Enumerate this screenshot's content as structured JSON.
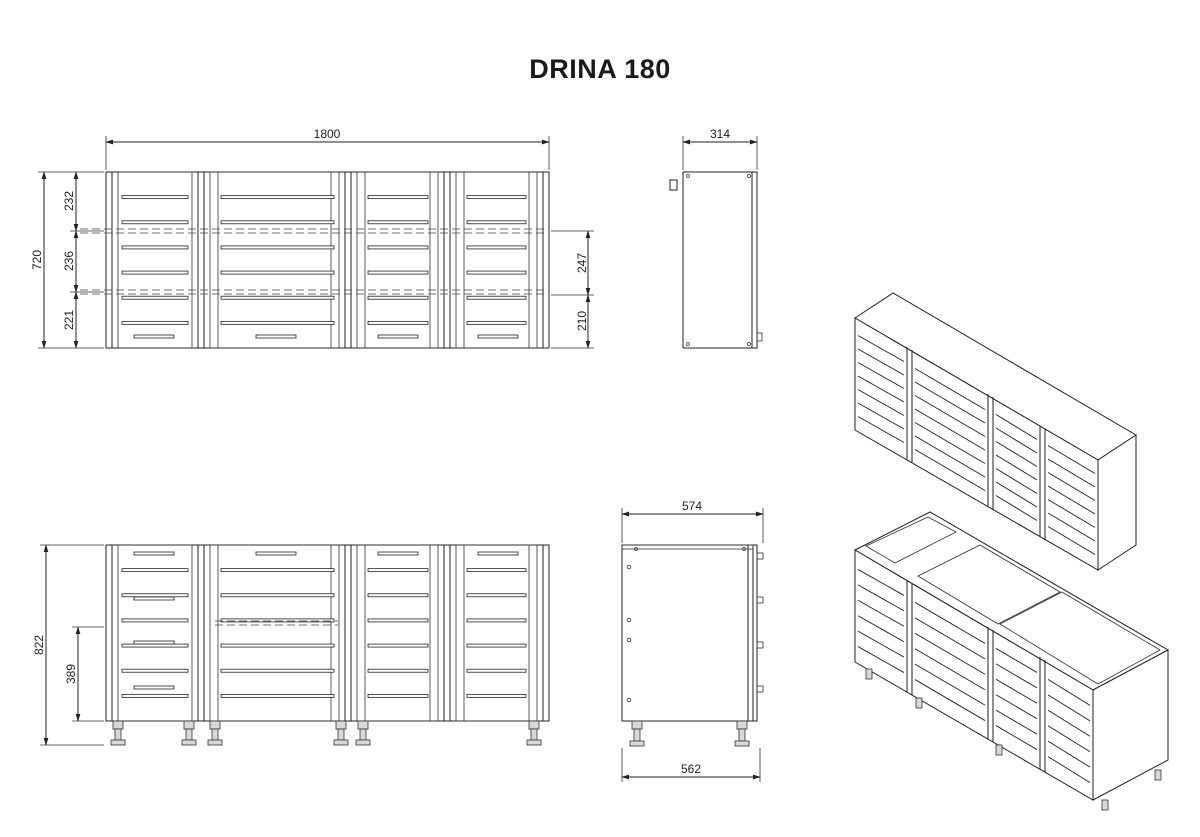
{
  "title": "DRINA 180",
  "dims": {
    "upper_width": "1800",
    "upper_height": "720",
    "upper_seg_top": "232",
    "upper_seg_mid": "236",
    "upper_seg_bot": "221",
    "upper_right_mid": "247",
    "upper_right_bot": "210",
    "upper_depth": "314",
    "lower_height": "822",
    "lower_drawer_zone": "389",
    "lower_depth_top": "574",
    "lower_depth_bottom": "562"
  }
}
